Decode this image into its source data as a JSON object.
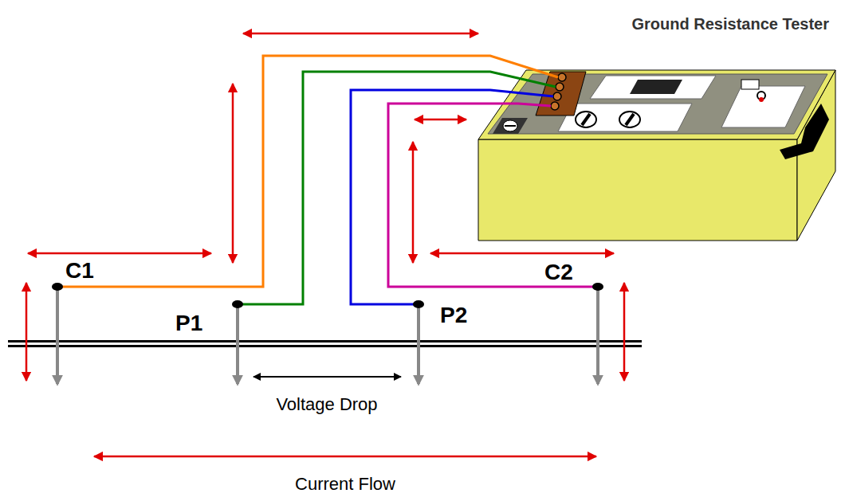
{
  "diagram": {
    "labels": [
      "Ground Resistance Tester",
      "C1",
      "P1",
      "P2",
      "C2",
      "Voltage Drop",
      "Current Flow"
    ]
  }
}
